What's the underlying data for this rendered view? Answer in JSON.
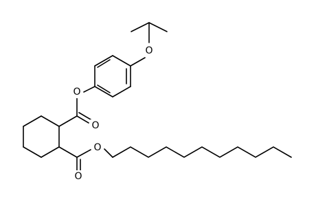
{
  "molecule": {
    "atoms": {
      "ether_oxygen": "O",
      "phenyl_ester_oxygen": "O",
      "ester1_carbonyl_oxygen": "O",
      "ester2_alkoxy_oxygen": "O",
      "ester2_carbonyl_oxygen": "O"
    }
  }
}
